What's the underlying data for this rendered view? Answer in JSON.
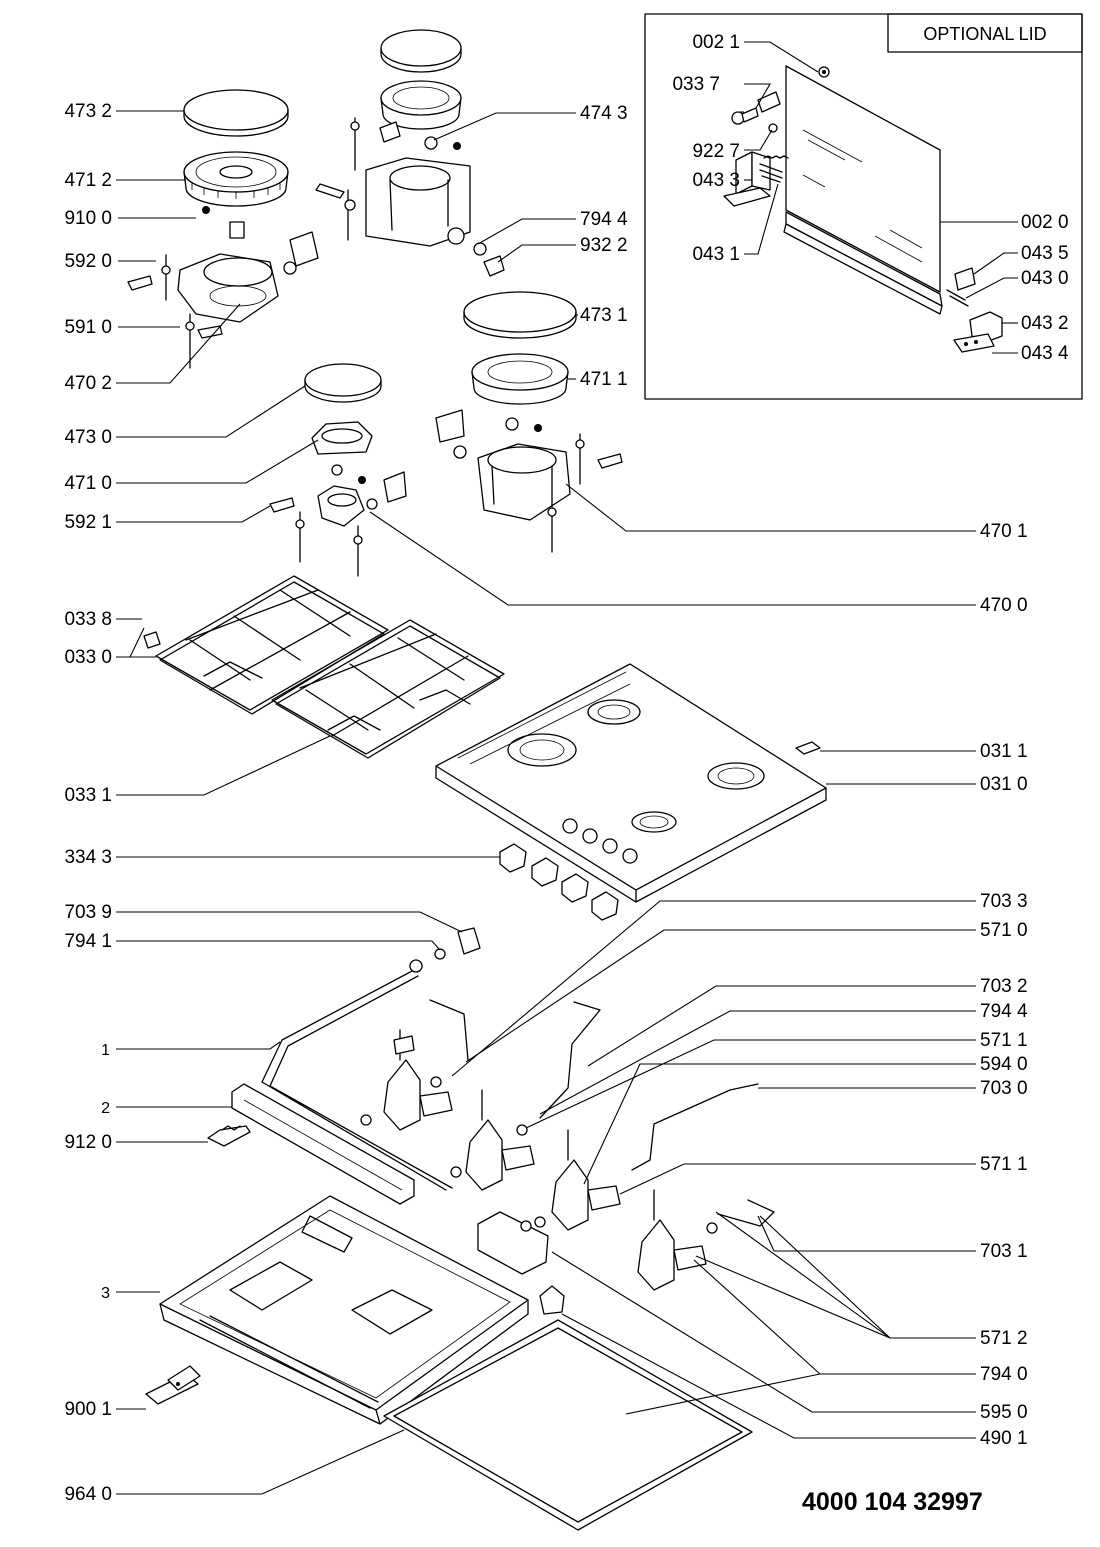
{
  "diagram": {
    "drawing_number": "4000 104 32997",
    "optional_lid_title": "OPTIONAL LID",
    "left_labels": [
      "473 2",
      "471 2",
      "910 0",
      "592 0",
      "591 0",
      "470 2",
      "473 0",
      "471 0",
      "592 1",
      "033 8",
      "033 0",
      "033 1",
      "334 3",
      "703 9",
      "794 1",
      "1",
      "2",
      "912 0",
      "3",
      "900 1",
      "964 0"
    ],
    "right_labels": [
      "474 3",
      "794 4",
      "932 2",
      "473 1",
      "471 1",
      "470 1",
      "470 0",
      "031 1",
      "031 0",
      "703 3",
      "571 0",
      "703 2",
      "794 4",
      "571 1",
      "594 0",
      "703 0",
      "571 1",
      "703 1",
      "571 2",
      "794 0",
      "595 0",
      "490 1"
    ],
    "lid_labels": [
      "002 1",
      "033 7",
      "922 7",
      "043 3",
      "043 1",
      "002 0",
      "043 5",
      "043 0",
      "043 2",
      "043 4"
    ]
  }
}
